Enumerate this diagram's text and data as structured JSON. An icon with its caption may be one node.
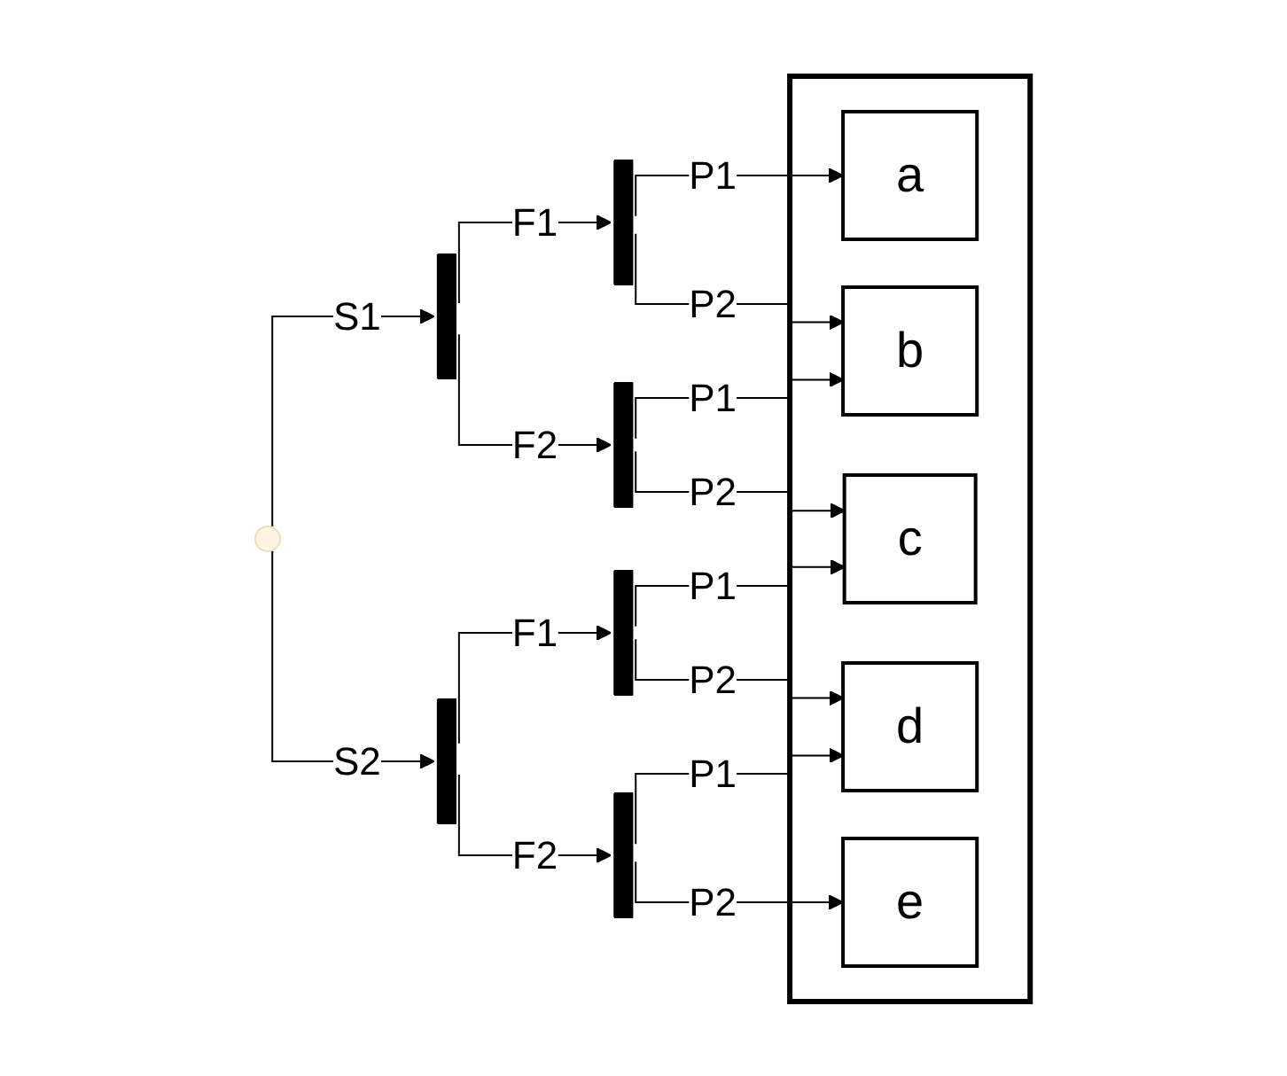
{
  "diagram": {
    "nodes": [
      {
        "text": [],
        "shape": "circle"
      },
      {
        "text": [],
        "shape": "bar"
      },
      {
        "text": [],
        "shape": "bar"
      },
      {
        "text": [],
        "shape": "bar"
      },
      {
        "text": [],
        "shape": "bar"
      },
      {
        "text": [],
        "shape": "bar"
      },
      {
        "text": [],
        "shape": "bar"
      },
      {
        "text": [],
        "shape": "box"
      },
      {
        "text": [
          "a"
        ],
        "in": 7
      },
      {
        "text": [
          "b"
        ],
        "in": 7
      },
      {
        "text": [
          "c"
        ],
        "in": 7
      },
      {
        "text": [
          "d"
        ],
        "in": 7
      },
      {
        "text": [
          "e"
        ],
        "in": 7
      }
    ],
    "edges": [
      {
        "from": 0,
        "to": 1,
        "label": "S1",
        "arrow": "to"
      },
      {
        "from": 0,
        "to": 2,
        "label": "S2",
        "arrow": "to"
      },
      {
        "from": 1,
        "to": 3,
        "label": "F1",
        "arrow": "to"
      },
      {
        "from": 1,
        "to": 4,
        "label": "F2",
        "arrow": "to"
      },
      {
        "from": 2,
        "to": 5,
        "label": "F1",
        "arrow": "to"
      },
      {
        "from": 2,
        "to": 6,
        "label": "F2",
        "arrow": "to"
      },
      {
        "from": 3,
        "to": 8,
        "label": "P1",
        "arrow": "to"
      },
      {
        "from": 3,
        "to": 9,
        "label": "P2",
        "arrow": "to"
      },
      {
        "from": 4,
        "to": 9,
        "label": "P1",
        "arrow": "to"
      },
      {
        "from": 4,
        "to": 10,
        "label": "P2",
        "arrow": "to"
      },
      {
        "from": 5,
        "to": 10,
        "label": "P1",
        "arrow": "to"
      },
      {
        "from": 5,
        "to": 11,
        "label": "P2",
        "arrow": "to"
      },
      {
        "from": 6,
        "to": 11,
        "label": "P1",
        "arrow": "to"
      },
      {
        "from": 6,
        "to": 12,
        "label": "P2",
        "arrow": "to"
      }
    ]
  }
}
